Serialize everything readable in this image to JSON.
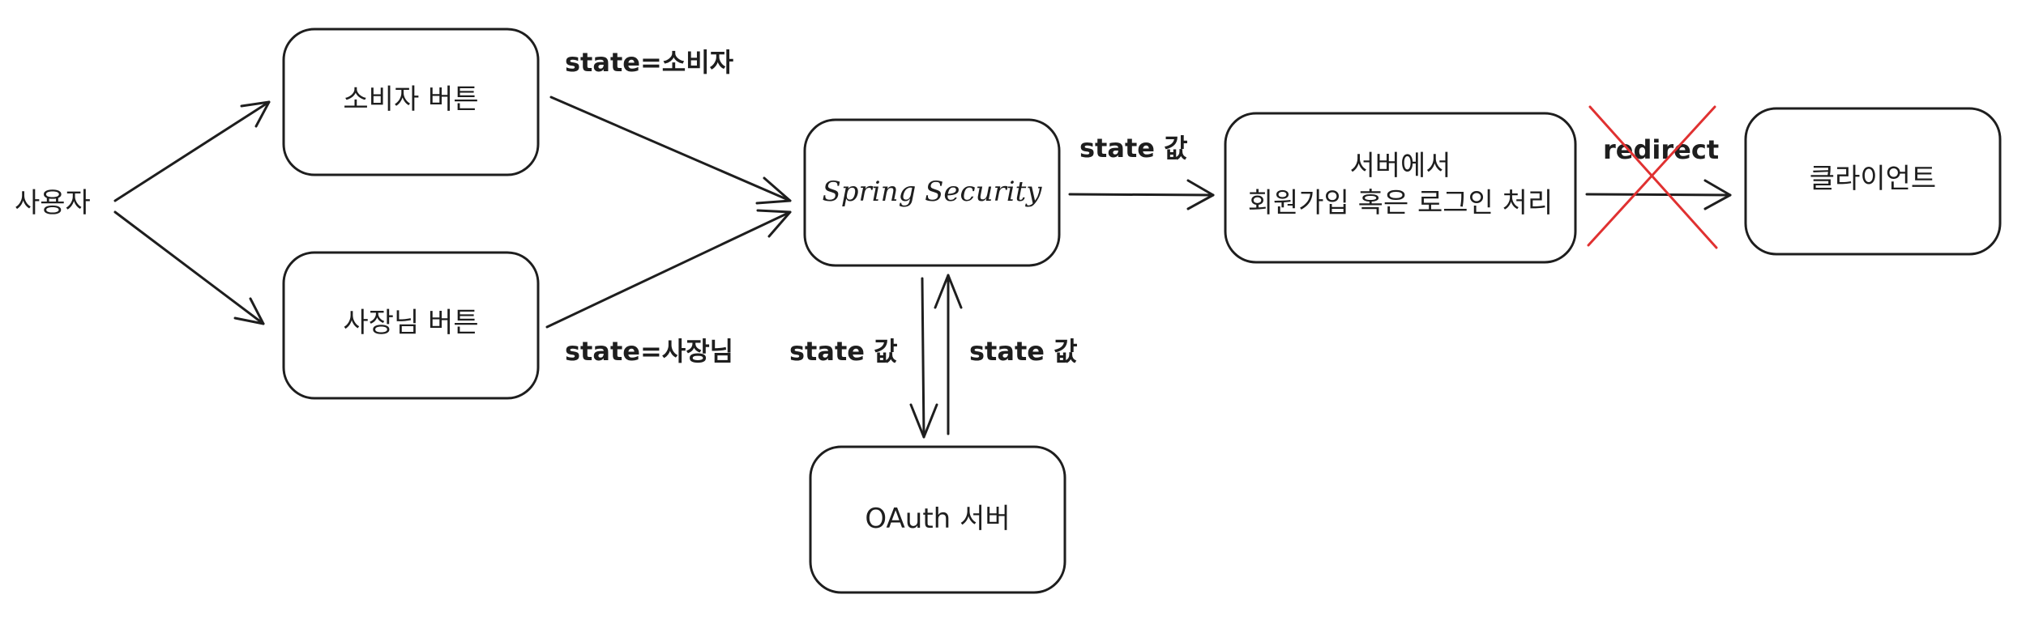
{
  "nodes": {
    "user": "사용자",
    "consumer_button": "소비자 버튼",
    "owner_button": "사장님 버튼",
    "spring_security": "Spring Security",
    "oauth_server": "OAuth 서버",
    "server_line1": "서버에서",
    "server_line2": "회원가입 혹은 로그인 처리",
    "client": "클라이언트"
  },
  "edges": {
    "consumer_state": "state=소비자",
    "owner_state": "state=사장님",
    "to_server_state": "state 값",
    "to_oauth_state": "state 값",
    "from_oauth_state": "state 값",
    "redirect": "redirect"
  },
  "colors": {
    "stroke": "#1e1e1e",
    "cross": "#e03131"
  }
}
